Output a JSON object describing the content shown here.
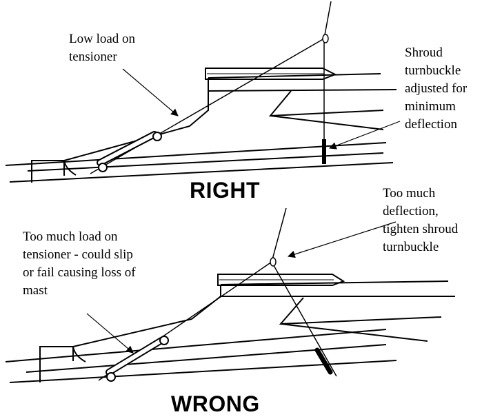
{
  "right": {
    "heading": "RIGHT",
    "callout_tensioner": "Low load on\ntensioner",
    "callout_shroud": "Shroud\nturnbuckle\nadjusted for\nminimum\ndeflection"
  },
  "wrong": {
    "heading": "WRONG",
    "callout_tensioner": "Too much load on\ntensioner - could slip\nor fail causing loss of\nmast",
    "callout_shroud": "Too much\ndeflection,\ntighten shroud\nturnbuckle"
  }
}
